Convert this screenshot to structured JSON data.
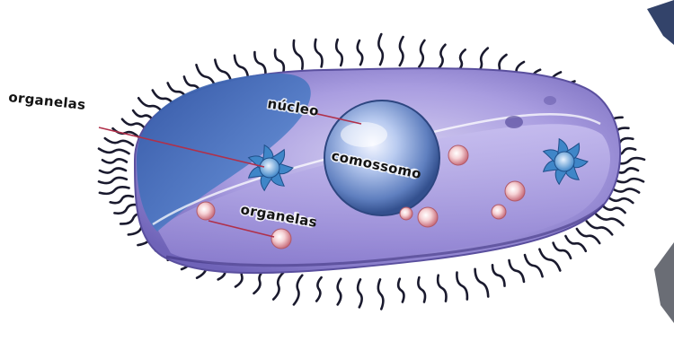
{
  "diagram": {
    "labels": {
      "organelas_left": "organelas",
      "nucleo": "núcleo",
      "comossomo": "comossomo",
      "organelas_bottom": "organelas"
    },
    "colors": {
      "cilia": "#1a1a2e",
      "membrane": "#a8a0d8",
      "cytoplasm": "#9d8fd6",
      "front_lobe": "#3e68b8",
      "nucleus": "#8aa7de",
      "organelle_star": "#3f86c8",
      "vesicle": "#f1c4c8",
      "leader_line": "#b0304a"
    },
    "icons": [
      "star-organelle-icon",
      "vesicle-icon",
      "nucleus-sphere-icon"
    ]
  }
}
